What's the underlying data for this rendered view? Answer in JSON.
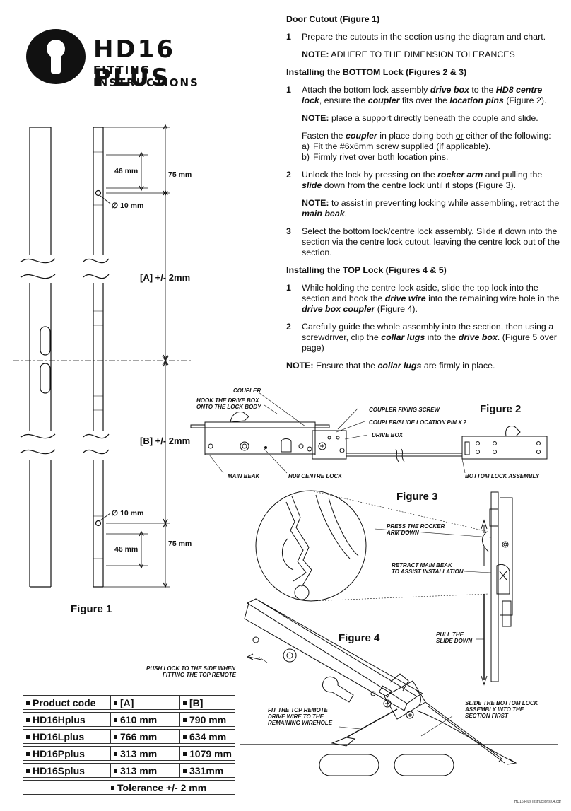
{
  "brand": {
    "title": "HD16 PLUS",
    "subtitle": "FITTING INSTRUCTIONS"
  },
  "door_cutout": {
    "heading": "Door Cutout (Figure 1)",
    "step1_num": "1",
    "step1_text": "Prepare the cutouts in the section using the diagram and chart.",
    "note_label": "NOTE:",
    "note_text": " ADHERE TO THE DIMENSION TOLERANCES"
  },
  "bottom_lock": {
    "heading": "Installing the BOTTOM Lock (Figures 2 & 3)",
    "s1": {
      "num": "1",
      "a": "Attach the bottom lock assembly ",
      "b": "drive box",
      "c": " to the ",
      "d": "HD8 centre lock",
      "e": ", ensure the ",
      "f": "coupler",
      "g": " fits over the ",
      "h": "location pins",
      "i": " (Figure 2)."
    },
    "note1_label": "NOTE:",
    "note1_text": " place a support directly beneath the couple and slide.",
    "fasten": {
      "a": "Fasten the ",
      "b": "coupler",
      "c": " in place doing both ",
      "d": "or",
      "e": " either of the following:"
    },
    "opt_a": {
      "l": "a)",
      "t": "Fit the #6x6mm screw supplied (if applicable)."
    },
    "opt_b": {
      "l": "b)",
      "t": "Firmly rivet over both location pins."
    },
    "s2": {
      "num": "2",
      "a": "Unlock the lock by pressing on the ",
      "b": "rocker arm",
      "c": " and pulling the ",
      "d": "slide",
      "e": " down from the centre lock until it stops (Figure 3)."
    },
    "note2": {
      "label": "NOTE:",
      "a": " to assist in preventing locking while assembling, retract the ",
      "b": "main beak",
      "c": "."
    },
    "s3": {
      "num": "3",
      "text": "Select the bottom lock/centre lock assembly. Slide it down into the section via the centre lock cutout, leaving the centre lock out of the section."
    }
  },
  "top_lock": {
    "heading": "Installing the TOP Lock (Figures 4 & 5)",
    "s1": {
      "num": "1",
      "a": "While holding the centre lock aside, slide the top lock into the section and hook the ",
      "b": "drive wire",
      "c": " into the remaining wire hole in the ",
      "d": "drive box coupler",
      "e": " (Figure 4)."
    },
    "s2": {
      "num": "2",
      "a": "Carefully guide the whole assembly into the section, then using a screwdriver, clip the ",
      "b": "collar lugs",
      "c": " into the ",
      "d": "drive box",
      "e": ". (Figure 5 over page)"
    },
    "note": {
      "label": "NOTE:",
      "a": " Ensure that the ",
      "b": "collar lugs",
      "c": " are firmly in place."
    }
  },
  "figure1": {
    "caption": "Figure 1",
    "dim_46_top": "46 mm",
    "dim_75_top": "75 mm",
    "dia_top": "∅ 10 mm",
    "dim_A": "[A] +/- 2mm",
    "dim_B": "[B] +/- 2mm",
    "dia_bot": "∅ 10 mm",
    "dim_75_bot": "75 mm",
    "dim_46_bot": "46 mm"
  },
  "figure2": {
    "caption": "Figure 2",
    "coupler": "COUPLER",
    "hook": "HOOK THE DRIVE BOX",
    "hook2": "ONTO THE LOCK BODY",
    "fix_screw": "COUPLER FIXING SCREW",
    "loc_pin": "COUPLER/SLIDE  LOCATION PIN X 2",
    "drive_box": "DRIVE BOX",
    "main_beak": "MAIN BEAK",
    "centre_lock": "HD8 CENTRE LOCK",
    "bottom_assembly": "BOTTOM LOCK ASSEMBLY"
  },
  "figure3": {
    "caption": "Figure 3",
    "rocker1": "PRESS THE ROCKER",
    "rocker2": "ARM DOWN",
    "retract1": "RETRACT MAIN BEAK",
    "retract2": "TO ASSIST INSTALLATION",
    "pull1": "PULL THE",
    "pull2": "SLIDE DOWN"
  },
  "figure4": {
    "caption": "Figure 4",
    "push1": "PUSH LOCK TO THE SIDE WHEN",
    "push2": "FITTING THE TOP REMOTE",
    "fit1": "FIT THE TOP REMOTE",
    "fit2": "DRIVE WIRE TO THE",
    "fit3": "REMAINING WIREHOLE",
    "slide1": "SLIDE THE BOTTOM LOCK",
    "slide2": "ASSEMBLY INTO THE",
    "slide3": "SECTION FIRST"
  },
  "product_table": {
    "headers": [
      "Product code",
      "[A]",
      "[B]"
    ],
    "rows": [
      [
        "HD16Hplus",
        "610 mm",
        "790 mm"
      ],
      [
        "HD16Lplus",
        "766 mm",
        "634 mm"
      ],
      [
        "HD16Pplus",
        "313 mm",
        "1079 mm"
      ],
      [
        "HD16Splus",
        "313 mm",
        "331mm"
      ]
    ],
    "tolerance": "Tolerance +/- 2 mm"
  },
  "footer": "HD16 Plus Instructions 04.cdr"
}
